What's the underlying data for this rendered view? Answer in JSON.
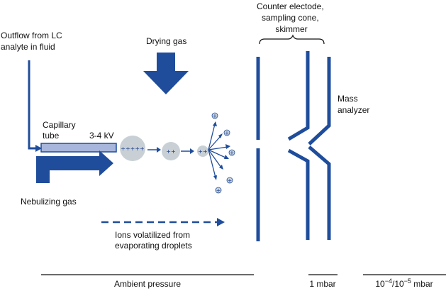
{
  "labels": {
    "outflow": [
      "Outflow from LC",
      "analyte in fluid"
    ],
    "drying_gas": "Drying gas",
    "counter_electrode": [
      "Counter electode,",
      "sampling cone,",
      "skimmer"
    ],
    "mass_analyzer": [
      "Mass",
      "analyzer"
    ],
    "capillary": [
      "Capillary",
      "tube"
    ],
    "voltage": "3-4 kV",
    "nebulizing_gas": "Nebulizing gas",
    "ions": [
      "Ions volatilized from",
      "evaporating droplets"
    ],
    "ambient_pressure": "Ambient pressure",
    "mbar_1": "1 mbar",
    "high_vacuum": {
      "base1": "10",
      "exp1": "−4",
      "sep": "/10",
      "exp2": "−5",
      "unit": " mbar"
    }
  },
  "droplets": {
    "large_charges": "+++++",
    "medium_charges": "++",
    "small_charges": "++",
    "ion_charge": "+"
  },
  "colors": {
    "blue_dark": "#1f4d9b",
    "blue_light": "#a7b6dc",
    "droplet": "#c8d0d6",
    "ion": "#c9d3db",
    "line": "#111111"
  }
}
